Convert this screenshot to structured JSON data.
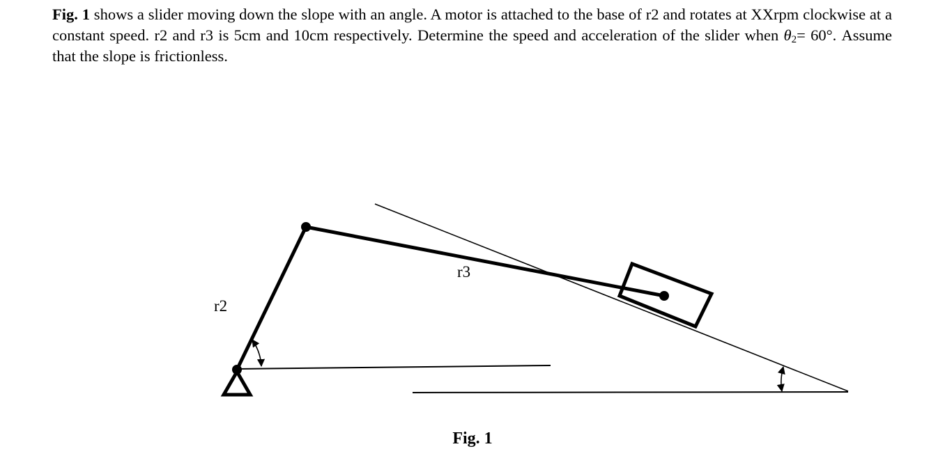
{
  "problem": {
    "fig_ref": "Fig. 1",
    "text_part1": " shows a slider moving down the slope with an angle. A motor is attached to the base of r2 and rotates at XXrpm clockwise at a constant speed. r2 and r3 is 5cm and 10cm respectively. Determine the speed and acceleration of the slider when ",
    "theta_symbol": "θ",
    "theta_subscript": "2",
    "text_part2": "= 60°. Assume that the slope is frictionless."
  },
  "figure": {
    "label_r2": "r2",
    "label_r3": "r3",
    "caption": "Fig. 1"
  }
}
